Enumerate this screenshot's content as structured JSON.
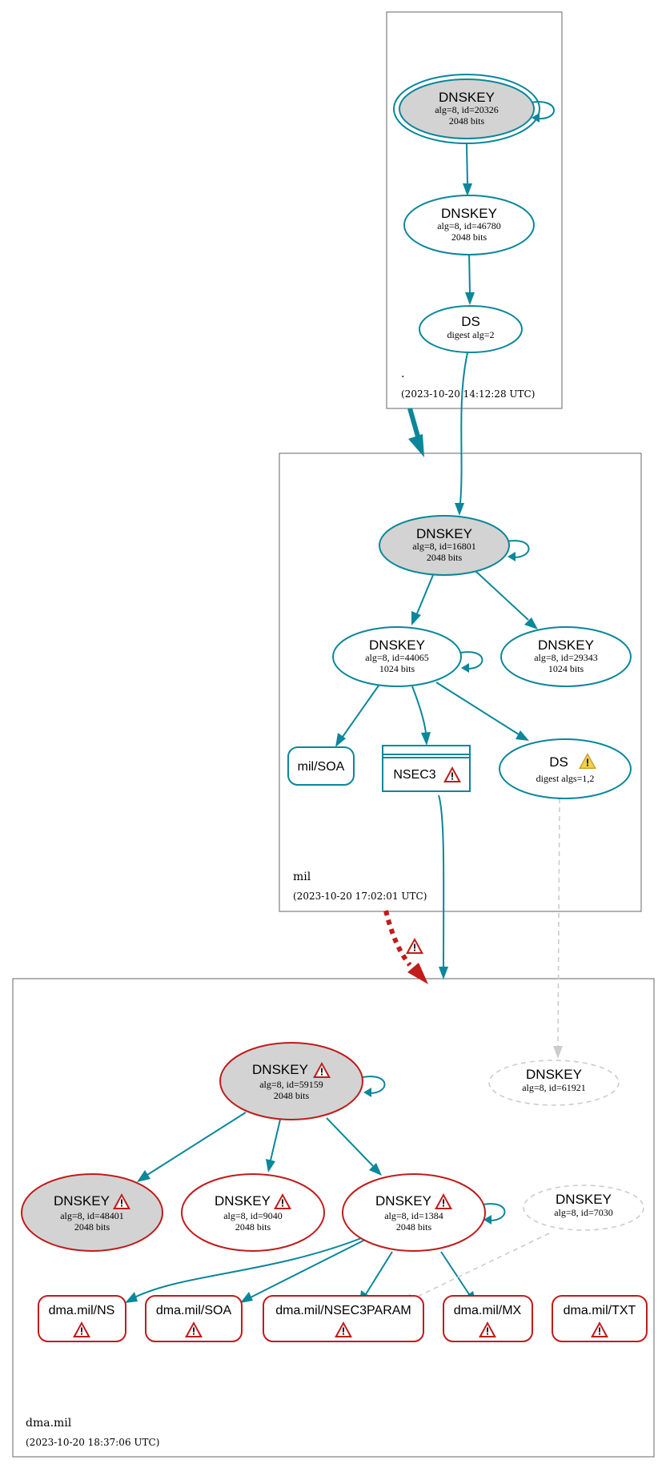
{
  "zones": {
    "root": {
      "name": ".",
      "time": "(2023-10-20 14:12:28 UTC)"
    },
    "mil": {
      "name": "mil",
      "time": "(2023-10-20 17:02:01 UTC)"
    },
    "dma": {
      "name": "dma.mil",
      "time": "(2023-10-20 18:37:06 UTC)"
    }
  },
  "nodes": {
    "root_ksk": {
      "title": "DNSKEY",
      "l1": "alg=8, id=20326",
      "l2": "2048 bits"
    },
    "root_zsk": {
      "title": "DNSKEY",
      "l1": "alg=8, id=46780",
      "l2": "2048 bits"
    },
    "root_ds": {
      "title": "DS",
      "l1": "digest alg=2"
    },
    "mil_ksk": {
      "title": "DNSKEY",
      "l1": "alg=8, id=16801",
      "l2": "2048 bits"
    },
    "mil_zsk1": {
      "title": "DNSKEY",
      "l1": "alg=8, id=44065",
      "l2": "1024 bits"
    },
    "mil_zsk2": {
      "title": "DNSKEY",
      "l1": "alg=8, id=29343",
      "l2": "1024 bits"
    },
    "mil_soa": {
      "title": "mil/SOA"
    },
    "mil_nsec3": {
      "title": "NSEC3"
    },
    "mil_ds": {
      "title": "DS",
      "l1": "digest algs=1,2"
    },
    "dma_ksk": {
      "title": "DNSKEY",
      "l1": "alg=8, id=59159",
      "l2": "2048 bits"
    },
    "dma_missing1": {
      "title": "DNSKEY",
      "l1": "alg=8, id=61921"
    },
    "dma_k48401": {
      "title": "DNSKEY",
      "l1": "alg=8, id=48401",
      "l2": "2048 bits"
    },
    "dma_k9040": {
      "title": "DNSKEY",
      "l1": "alg=8, id=9040",
      "l2": "2048 bits"
    },
    "dma_k1384": {
      "title": "DNSKEY",
      "l1": "alg=8, id=1384",
      "l2": "2048 bits"
    },
    "dma_missing2": {
      "title": "DNSKEY",
      "l1": "alg=8, id=7030"
    },
    "dma_ns": {
      "title": "dma.mil/NS"
    },
    "dma_soa": {
      "title": "dma.mil/SOA"
    },
    "dma_nsec3param": {
      "title": "dma.mil/NSEC3PARAM"
    },
    "dma_mx": {
      "title": "dma.mil/MX"
    },
    "dma_txt": {
      "title": "dma.mil/TXT"
    }
  },
  "colors": {
    "secure": "#0a879a",
    "bogus": "#c11b1b",
    "missing": "#cccccc",
    "ksk_fill": "#d3d3d3",
    "warning": "#f2c94c"
  },
  "icons": {
    "error": "red-triangle-exclamation-icon",
    "warning": "yellow-triangle-exclamation-icon"
  }
}
